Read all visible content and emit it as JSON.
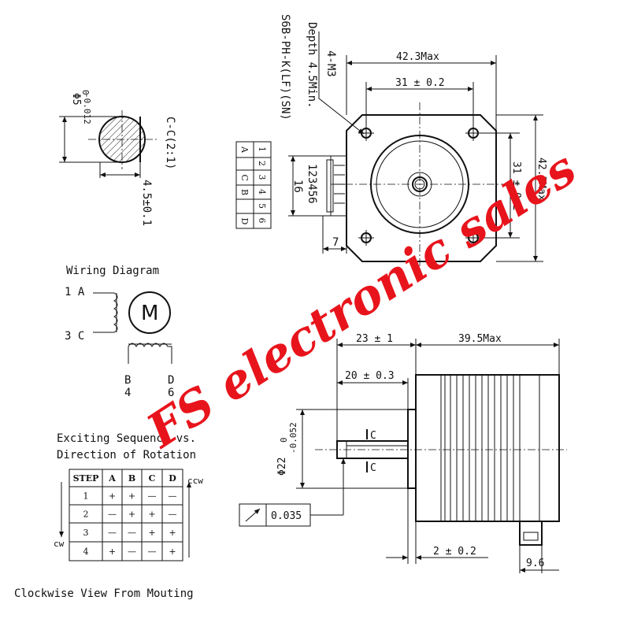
{
  "section_view": {
    "label": "C-C(2:1)",
    "shaft_dia": "Φ5",
    "shaft_tol_upper": "0",
    "shaft_tol_lower": "-0.012",
    "flat_dim": "4.5±0.1"
  },
  "front_view": {
    "width_max": "42.3Max",
    "hole_spacing": "31 ± 0.2",
    "height_max": "42.3Max",
    "hole_spacing_v": "31 ± 0.2",
    "screw_note_1": "4-M3",
    "screw_note_2": "Depth 4.5Min.",
    "connector_note": "S6B-PH-K(LF)(SN)",
    "connector_pins": "123456",
    "connector_len": "16",
    "connector_offset": "7"
  },
  "pin_table": {
    "numbers": [
      "1",
      "2",
      "3",
      "4",
      "5",
      "6"
    ],
    "letters": [
      "A",
      "",
      "C",
      "B",
      "",
      "D"
    ]
  },
  "wiring": {
    "title": "Wiring Diagram",
    "motor_letter": "M",
    "lead_1a": "1 A",
    "lead_3c": "3 C",
    "lead_b": "B",
    "lead_d": "D",
    "lead_4": "4",
    "lead_6": "6"
  },
  "sequence": {
    "title_line1": "Exciting Sequence vs.",
    "title_line2": "Direction of Rotation",
    "header": [
      "STEP",
      "A",
      "B",
      "C",
      "D"
    ],
    "rows": [
      [
        "1",
        "+",
        "+",
        "—",
        "—"
      ],
      [
        "2",
        "—",
        "+",
        "+",
        "—"
      ],
      [
        "3",
        "—",
        "—",
        "+",
        "+"
      ],
      [
        "4",
        "+",
        "—",
        "—",
        "+"
      ]
    ],
    "ccw": "ccw",
    "cw": "cw"
  },
  "side_view": {
    "shaft_len": "23 ± 1",
    "body_len": "39.5Max",
    "flat_len": "20 ± 0.3",
    "section_mark_1": "C",
    "section_mark_2": "C",
    "boss_dia": "Φ22",
    "boss_tol_upper": "0",
    "boss_tol_lower": "-0.052",
    "runout": "0.035",
    "boss_height": "2 ± 0.2",
    "connector_len": "9.6"
  },
  "footer": "Clockwise View From Mouting",
  "watermark": {
    "text": "FS electronic sales",
    "color": "#e8141c"
  }
}
